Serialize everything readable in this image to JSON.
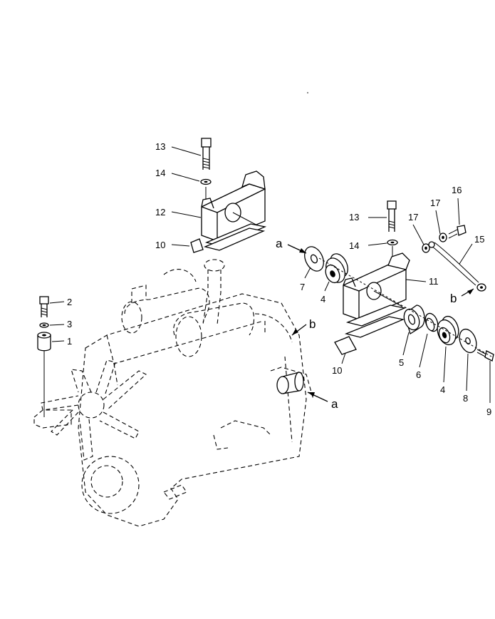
{
  "callouts": {
    "n1": "1",
    "n2": "2",
    "n3": "3",
    "n4a": "4",
    "n4b": "4",
    "n5": "5",
    "n6": "6",
    "n7": "7",
    "n8": "8",
    "n9": "9",
    "n10a": "10",
    "n10b": "10",
    "n11": "11",
    "n12": "12",
    "n13a": "13",
    "n13b": "13",
    "n14a": "14",
    "n14b": "14",
    "n15": "15",
    "n16": "16",
    "n17a": "17",
    "n17b": "17"
  },
  "refs": {
    "a_left": "a",
    "a_right": "a",
    "b_right": "b",
    "b_bottom": "b"
  }
}
